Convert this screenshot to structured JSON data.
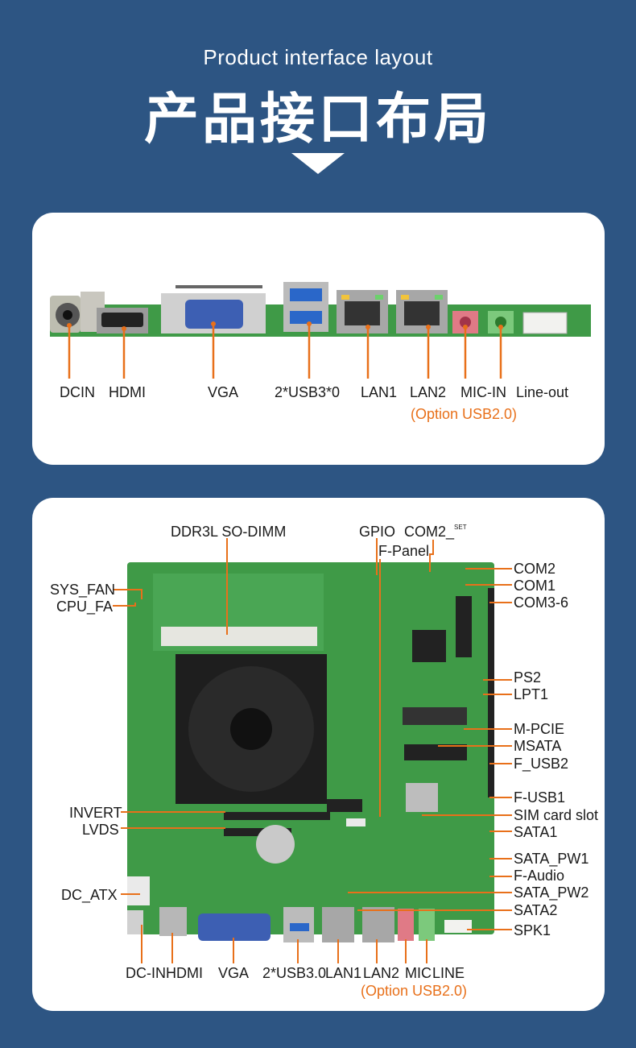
{
  "header": {
    "subtitle": "Product interface layout",
    "title": "产品接口布局"
  },
  "colors": {
    "background": "#2d5583",
    "leader": "#e8701a",
    "board": "#3f9a47"
  },
  "side_panel": {
    "labels": [
      "DCIN",
      "HDMI",
      "VGA",
      "2*USB3*0",
      "LAN1",
      "LAN2",
      "MIC-IN",
      "Line-out"
    ],
    "option_note": "(Option USB2.0)"
  },
  "top_view": {
    "top_labels": [
      "DDR3L SO-DIMM",
      "GPIO",
      "COM2_",
      "F-Panel"
    ],
    "set_note": "SET",
    "left_labels": [
      "SYS_FAN",
      "CPU_FA",
      "INVERT",
      "LVDS",
      "DC_ATX"
    ],
    "right_labels": [
      "COM2",
      "COM1",
      "COM3-6",
      "PS2",
      "LPT1",
      "M-PCIE",
      "MSATA",
      "F_USB2",
      "F-USB1",
      "SIM card slot",
      "SATA1",
      "SATA_PW1",
      "F-Audio",
      "SATA_PW2",
      "SATA2",
      "SPK1"
    ],
    "bottom_labels": [
      "DC-IN",
      "HDMI",
      "VGA",
      "2*USB3.0",
      "LAN1",
      "LAN2",
      "MIC",
      "LINE"
    ],
    "option_note": "(Option USB2.0)"
  }
}
